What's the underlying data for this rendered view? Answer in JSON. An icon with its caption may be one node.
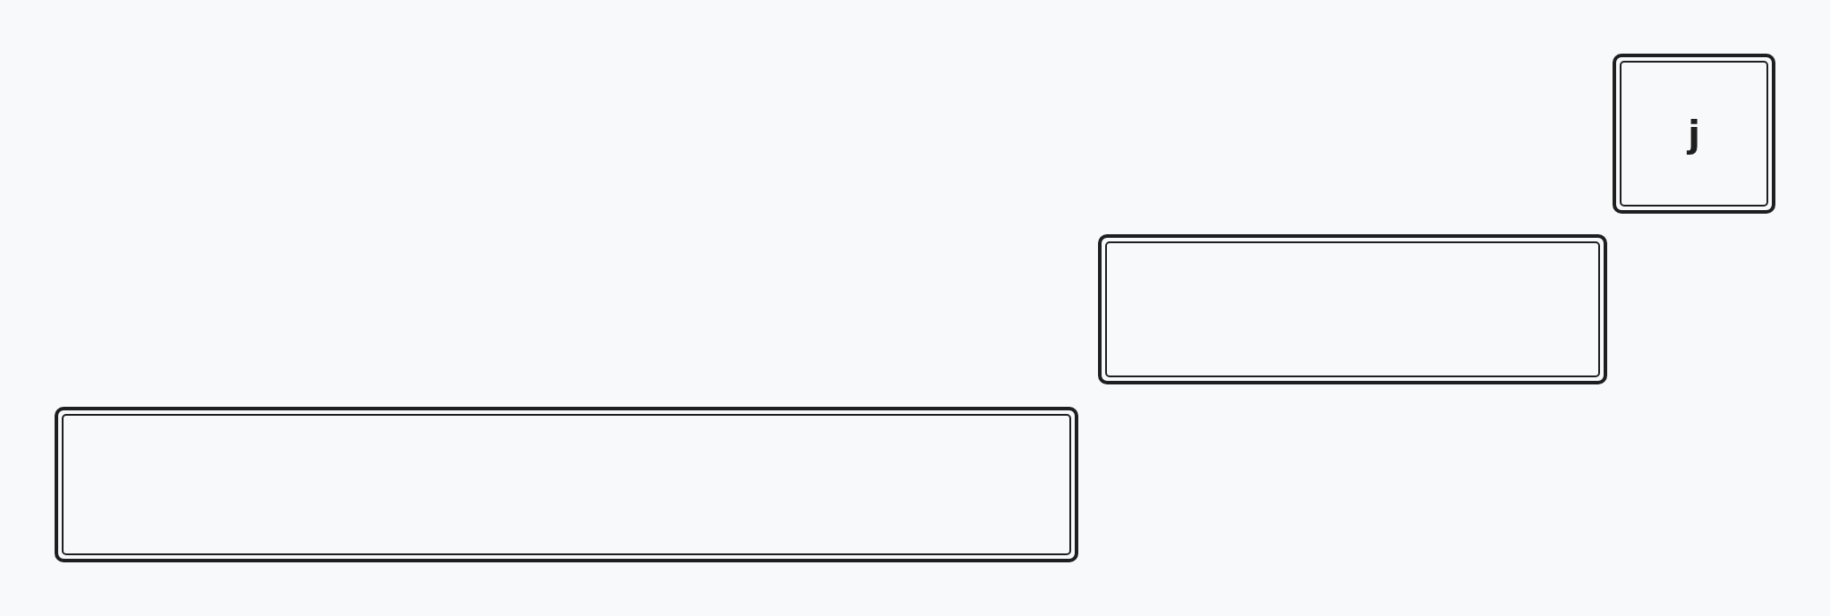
{
  "diagram": {
    "nodes": [
      {
        "text": [
          "j"
        ]
      },
      {
        "text": [],
        "shape": "box"
      },
      {
        "text": [],
        "shape": "box"
      }
    ]
  }
}
